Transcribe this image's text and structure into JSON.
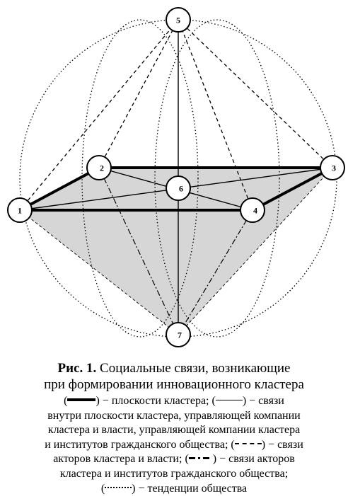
{
  "nodes": [
    {
      "id": "1",
      "label": "1"
    },
    {
      "id": "2",
      "label": "2"
    },
    {
      "id": "3",
      "label": "3"
    },
    {
      "id": "4",
      "label": "4"
    },
    {
      "id": "5",
      "label": "5"
    },
    {
      "id": "6",
      "label": "6"
    },
    {
      "id": "7",
      "label": "7"
    }
  ],
  "caption": {
    "fig_label": "Рис. 1.",
    "title_part1": "Социальные связи, возникающие",
    "title_part2": "при формировании инновационного кластера",
    "line1": " − плоскости кластера; ",
    "line1b": " − связи",
    "line2": "внутри плоскости кластера, управляющей компании",
    "line3": "кластера и власти, управляющей компании кластера",
    "line4": "и институтов гражданского общества; ",
    "line4b": " − связи",
    "line5": "акторов кластера и власти; ",
    "line5b": " − связи акторов",
    "line6": "кластера и институтов гражданского общества;",
    "line7b": " − тенденции общества"
  },
  "colors": {
    "plane_fill": "#d6d6d6",
    "stroke": "#000000",
    "background": "#ffffff"
  }
}
